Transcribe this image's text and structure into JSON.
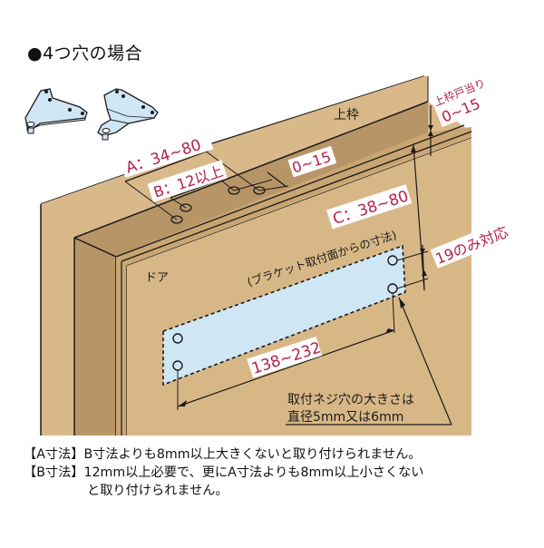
{
  "title": "●4つ穴の場合",
  "colors": {
    "wood_light": "#d9b88a",
    "wood_mid": "#c9a572",
    "wood_dark": "#b08d5e",
    "plate_blue": "#cfe6f5",
    "label_red": "#b3204a",
    "line": "#1a1a1a"
  },
  "labels": {
    "upper_frame": "上枠",
    "door": "ドア",
    "frame_stop_title": "上枠戸当り",
    "frame_stop_range": "0~15",
    "dim_a": "A：34~80",
    "dim_b": "B：12以上",
    "dim_offset": "0~15",
    "dim_c": "C：38~80",
    "dim_c_note": "(ブラケット取付面からの寸法)",
    "dim_19": "19のみ対応",
    "dim_span": "138~232",
    "screw_note_line1": "取付ネジ穴の大きさは",
    "screw_note_line2": "直径5mm又は6mm"
  },
  "brackets": [
    {
      "name": "flat-bracket",
      "description": "flat T-shaped bracket"
    },
    {
      "name": "raised-bracket",
      "description": "raised bracket"
    }
  ],
  "notes": {
    "a_label": "【A寸法】",
    "a_text": "B寸法よりも8mm以上大きくないと取り付けられません。",
    "b_label": "【B寸法】",
    "b_text_line1": "12mm以上必要で、更にA寸法よりも8mm以上小さくない",
    "b_text_line2": "と取り付けられません。"
  }
}
